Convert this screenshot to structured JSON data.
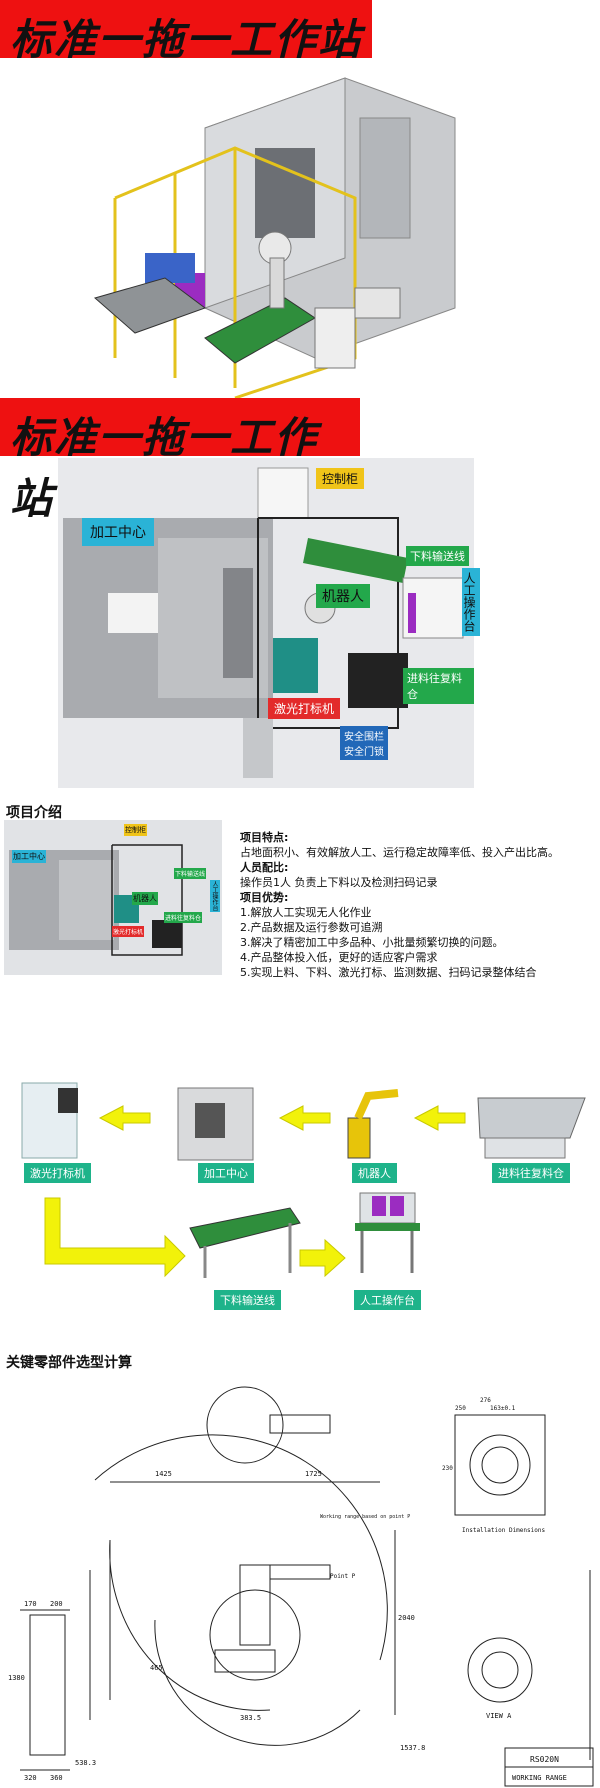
{
  "banner1": {
    "title": "标准一拖一工作站"
  },
  "banner2": {
    "title": "标准一拖一工作站"
  },
  "layout": {
    "control_cabinet": "控制柜",
    "machining_center": "加工中心",
    "output_conveyor": "下料输送线",
    "robot": "机器人",
    "manual_station": "人工操作台",
    "feed_bin": "进料往复料仓",
    "laser_marker": "激光打标机",
    "safety": "安全围栏\n安全门锁"
  },
  "intro": {
    "heading": "项目介绍",
    "features_label": "项目特点:",
    "features_text": "占地面积小、有效解放人工、运行稳定故障率低、投入产出比高。",
    "staff_label": "人员配比:",
    "staff_text": "操作员1人  负责上下料以及检测扫码记录",
    "advantages_label": "项目优势:",
    "advantages": [
      "1.解放人工实现无人化作业",
      "2.产品数据及运行参数可追溯",
      "3.解决了精密加工中多品种、小批量频繁切换的问题。",
      "4.产品整体投入低，更好的适应客户需求",
      "5.实现上料、下料、激光打标、监测数据、扫码记录整体结合"
    ],
    "mini_labels": [
      "控制柜",
      "加工中心",
      "下料输送线",
      "机器人",
      "人工操作台",
      "激光打标机",
      "进料往复料仓"
    ]
  },
  "flow": {
    "laser": "激光打标机",
    "mc": "加工中心",
    "robot": "机器人",
    "feed": "进料往复料仓",
    "conveyor": "下料输送线",
    "manual": "人工操作台"
  },
  "calc": {
    "heading": "关键零部件选型计算",
    "dims": {
      "d1425": "1425",
      "d1725": "1725",
      "d2040": "2040",
      "d465": "465",
      "d1380": "1380",
      "d1537": "1537.8",
      "d538": "538.3",
      "d383": "383.5",
      "d170": "170",
      "d200": "200",
      "d320": "320",
      "d360": "360",
      "d250": "250",
      "d163": "163±0.1",
      "d276": "276",
      "d230": "230"
    },
    "working_range_note": "Working range\nbased on point P",
    "point_p": "Point P",
    "install_caption": "Installation Dimensions",
    "view_a": "VIEW A",
    "model": "RS020N",
    "range_label": "WORKING RANGE"
  },
  "colors": {
    "banner": "#ee1111",
    "green": "#23a84b",
    "cyan": "#2ab3d6",
    "flow_label": "#1eb38a",
    "arrow": "#f2f20a"
  }
}
